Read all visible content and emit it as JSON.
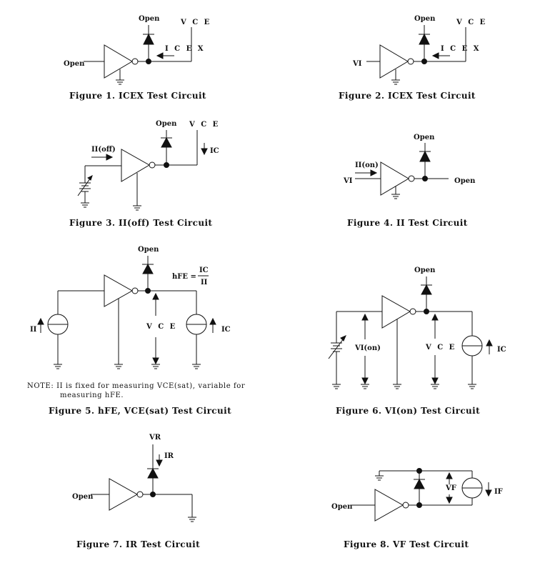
{
  "figures": {
    "fig1": {
      "caption": "Figure 1. ICEX Test Circuit",
      "labels": {
        "open_top": "Open",
        "open_in": "Open",
        "vce": "V C E",
        "icex": "I C E X"
      }
    },
    "fig2": {
      "caption": "Figure 2. ICEX Test Circuit",
      "labels": {
        "open_top": "Open",
        "vi": "VI",
        "vce": "V C E",
        "icex": "I C E X"
      }
    },
    "fig3": {
      "caption": "Figure 3. II(off) Test Circuit",
      "labels": {
        "open_top": "Open",
        "ii_off": "II(off)",
        "vce": "V C E",
        "ic": "IC"
      }
    },
    "fig4": {
      "caption": "Figure 4. II Test Circuit",
      "labels": {
        "open_top": "Open",
        "ii_on": "II(on)",
        "vi": "VI",
        "open_out": "Open"
      }
    },
    "fig5": {
      "caption": "Figure 5. hFE, VCE(sat) Test Circuit",
      "labels": {
        "open_top": "Open",
        "hfe": "hFE =",
        "hfe_num": "IC",
        "hfe_den": "II",
        "ii": "II",
        "vce": "V C E",
        "ic": "IC"
      }
    },
    "fig6": {
      "caption": "Figure 6. VI(on) Test Circuit",
      "labels": {
        "open_top": "Open",
        "vi_on": "VI(on)",
        "vce": "V C E",
        "ic": "IC"
      }
    },
    "fig7": {
      "caption": "Figure 7. IR Test Circuit",
      "labels": {
        "vr": "VR",
        "ir": "IR",
        "open_in": "Open"
      }
    },
    "fig8": {
      "caption": "Figure 8. VF Test Circuit",
      "labels": {
        "vf": "VF",
        "if": "IF",
        "open_in": "Open"
      }
    }
  },
  "note": {
    "line1": "NOTE: II is fixed for measuring VCE(sat), variable for",
    "line2": "measuring hFE."
  }
}
